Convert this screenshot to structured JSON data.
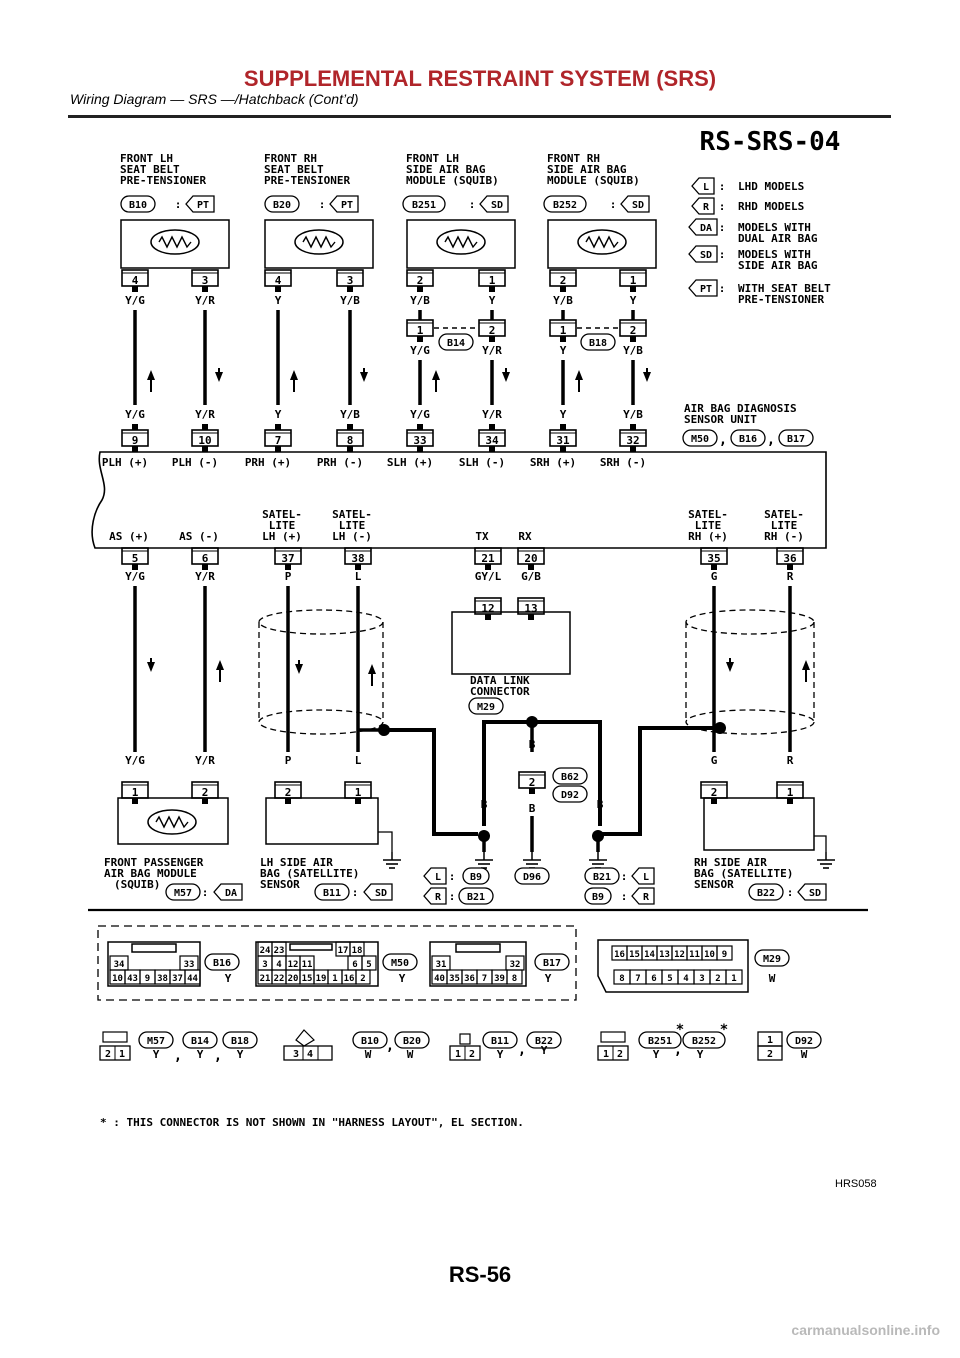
{
  "header": {
    "title": "SUPPLEMENTAL RESTRAINT SYSTEM (SRS)",
    "subtitle": "Wiring Diagram — SRS —/Hatchback (Cont’d)"
  },
  "diagram": {
    "code": "RS-SRS-04",
    "legend": [
      {
        "tag": "L",
        "desc": [
          "LHD MODELS"
        ]
      },
      {
        "tag": "R",
        "desc": [
          "RHD MODELS"
        ]
      },
      {
        "tag": "DA",
        "desc": [
          "MODELS WITH",
          "DUAL AIR BAG"
        ]
      },
      {
        "tag": "SD",
        "desc": [
          "MODELS WITH",
          "SIDE AIR BAG"
        ]
      },
      {
        "tag": "PT",
        "desc": [
          "WITH SEAT BELT",
          "PRE-TENSIONER"
        ]
      }
    ],
    "top_components": [
      {
        "name": [
          "FRONT LH",
          "SEAT BELT",
          "PRE-TENSIONER"
        ],
        "conn": "B10",
        "cond": "PT",
        "pins": [
          "4",
          "3"
        ],
        "colors": [
          "Y/G",
          "Y/R"
        ]
      },
      {
        "name": [
          "FRONT RH",
          "SEAT BELT",
          "PRE-TENSIONER"
        ],
        "conn": "B20",
        "cond": "PT",
        "pins": [
          "4",
          "3"
        ],
        "colors": [
          "Y",
          "Y/B"
        ]
      },
      {
        "name": [
          "FRONT LH",
          "SIDE AIR BAG",
          "MODULE (SQUIB)"
        ],
        "conn": "B251",
        "cond": "SD",
        "pins": [
          "2",
          "1"
        ],
        "colors": [
          "Y/B",
          "Y"
        ],
        "joint": {
          "conn": "B14",
          "pins": [
            "1",
            "2"
          ],
          "colors": [
            "Y/G",
            "Y/R"
          ]
        }
      },
      {
        "name": [
          "FRONT RH",
          "SIDE AIR BAG",
          "MODULE (SQUIB)"
        ],
        "conn": "B252",
        "cond": "SD",
        "pins": [
          "2",
          "1"
        ],
        "colors": [
          "Y/B",
          "Y"
        ],
        "joint": {
          "conn": "B18",
          "pins": [
            "1",
            "2"
          ],
          "colors": [
            "Y",
            "Y/B"
          ]
        }
      }
    ],
    "unit": {
      "name": [
        "AIR BAG DIAGNOSIS",
        "SENSOR UNIT"
      ],
      "conns": [
        "M50",
        "B16",
        "B17"
      ],
      "top_wires": [
        {
          "color": "Y/G",
          "pin": "9",
          "label": "PLH (+)"
        },
        {
          "color": "Y/R",
          "pin": "10",
          "label": "PLH (-)"
        },
        {
          "color": "Y",
          "pin": "7",
          "label": "PRH (+)"
        },
        {
          "color": "Y/B",
          "pin": "8",
          "label": "PRH (-)"
        },
        {
          "color": "Y/G",
          "pin": "33",
          "label": "SLH (+)"
        },
        {
          "color": "Y/R",
          "pin": "34",
          "label": "SLH (-)"
        },
        {
          "color": "Y",
          "pin": "31",
          "label": "SRH (+)"
        },
        {
          "color": "Y/B",
          "pin": "32",
          "label": "SRH (-)"
        }
      ],
      "bottom_pins": [
        {
          "label": "AS (+)",
          "pin": "5",
          "color": "Y/G"
        },
        {
          "label": "AS (-)",
          "pin": "6",
          "color": "Y/R"
        },
        {
          "label": "SATEL-\nLITE\nLH (+)",
          "pin": "37",
          "color": "P"
        },
        {
          "label": "SATEL-\nLITE\nLH (-)",
          "pin": "38",
          "color": "L"
        },
        {
          "label": "TX",
          "pin": "21",
          "color": "GY/L"
        },
        {
          "label": "RX",
          "pin": "20",
          "color": "G/B"
        },
        {
          "label": "SATEL-\nLITE\nRH (+)",
          "pin": "35",
          "color": "G"
        },
        {
          "label": "SATEL-\nLITE\nRH (-)",
          "pin": "36",
          "color": "R"
        }
      ]
    },
    "dlc": {
      "name": [
        "DATA LINK",
        "CONNECTOR"
      ],
      "conn": "M29",
      "pins": [
        "12",
        "13"
      ]
    },
    "bottom_components": {
      "passenger": {
        "name": [
          "FRONT PASSENGER",
          "AIR BAG MODULE",
          "(SQUIB)"
        ],
        "conn": "M57",
        "cond": "DA",
        "pins": [
          "1",
          "2"
        ],
        "colors": [
          "Y/G",
          "Y/R"
        ]
      },
      "lh_sensor": {
        "name": [
          "LH SIDE AIR",
          "BAG (SATELLITE)",
          "SENSOR"
        ],
        "conn": "B11",
        "cond": "SD",
        "pins": [
          "2",
          "1"
        ],
        "colors": [
          "P",
          "L"
        ]
      },
      "rh_sensor": {
        "name": [
          "RH SIDE AIR",
          "BAG (SATELLITE)",
          "SENSOR"
        ],
        "conn": "B22",
        "cond": "SD",
        "pins": [
          "2",
          "1"
        ],
        "colors": [
          "G",
          "R"
        ]
      },
      "ground_joint": {
        "conns": [
          "B62",
          "D92"
        ],
        "pin": "2",
        "color": "B"
      },
      "grounds": {
        "lh_map": [
          {
            "cond": "L",
            "conn": "B9"
          },
          {
            "cond": "R",
            "conn": "B21"
          }
        ],
        "center": "D96",
        "rh_map": [
          {
            "cond": "B21",
            "conn": "L"
          },
          {
            "cond": "B9",
            "conn": "R"
          }
        ],
        "wire_color": "B"
      }
    },
    "connector_views": {
      "b16": {
        "conn": "B16",
        "color": "Y",
        "top": [
          "34",
          "33"
        ],
        "bottom": [
          "10",
          "43",
          "9",
          "38",
          "37",
          "44"
        ]
      },
      "m50": {
        "conn": "M50",
        "color": "Y",
        "top": [
          "24",
          "23",
          "17",
          "18"
        ],
        "mid": [
          "3",
          "4",
          "12",
          "11",
          "6",
          "5"
        ],
        "bottom": [
          "21",
          "22",
          "20",
          "15",
          "19",
          "1",
          "16",
          "2"
        ]
      },
      "b17": {
        "conn": "B17",
        "color": "Y",
        "top": [
          "31",
          "32"
        ],
        "bottom": [
          "40",
          "35",
          "36",
          "7",
          "39",
          "8"
        ]
      },
      "m29": {
        "conn": "M29",
        "color": "W",
        "top": [
          "16",
          "15",
          "14",
          "13",
          "12",
          "11",
          "10",
          "9"
        ],
        "bottom": [
          "8",
          "7",
          "6",
          "5",
          "4",
          "3",
          "2",
          "1"
        ]
      },
      "small": [
        {
          "conns": [
            "M57",
            "B14",
            "B18"
          ],
          "colors": [
            "Y",
            "Y",
            "Y"
          ],
          "pins": [
            "2",
            "1"
          ]
        },
        {
          "conns": [
            "B10",
            "B20"
          ],
          "colors": [
            "W",
            "W"
          ],
          "pins": [
            "3",
            "4"
          ]
        },
        {
          "conns": [
            "B11",
            "B22"
          ],
          "colors": [
            "Y",
            "Y"
          ],
          "pins": [
            "1",
            "2"
          ]
        },
        {
          "conns": [
            "B251",
            "B252"
          ],
          "colors": [
            "Y",
            "Y"
          ],
          "pins": [
            "1",
            "2"
          ],
          "star": "*"
        },
        {
          "conns": [
            "D92"
          ],
          "colors": [
            "W"
          ],
          "pins": [
            "1",
            "2"
          ]
        }
      ]
    },
    "footnote": "* : THIS CONNECTOR IS NOT SHOWN IN \"HARNESS LAYOUT\", EL SECTION."
  },
  "figure_id": "HRS058",
  "page_number": "RS-56",
  "site": "carmanualsonline.info"
}
